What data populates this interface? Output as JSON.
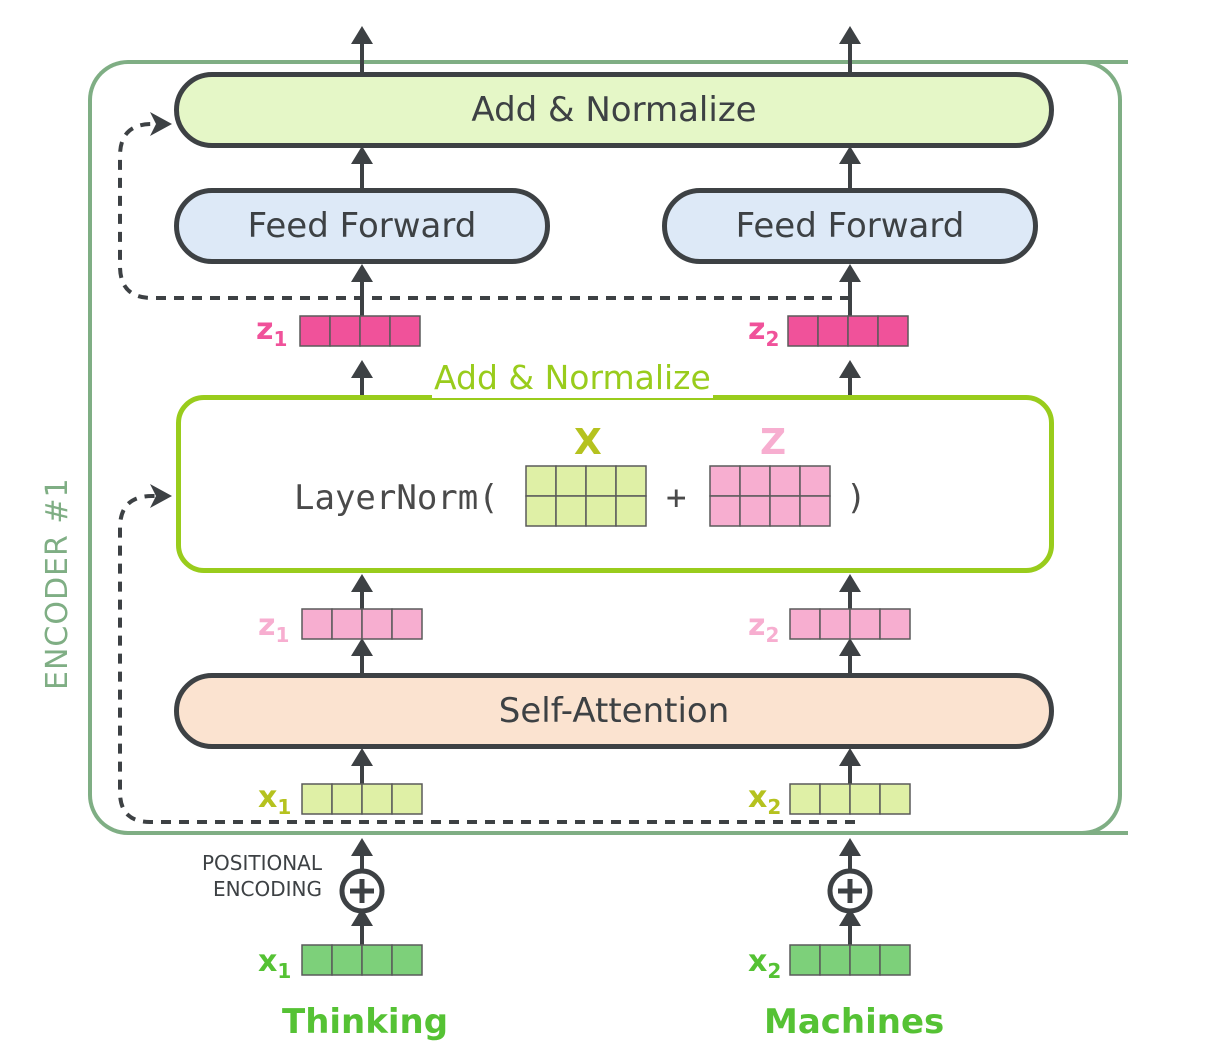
{
  "encoder_label": "ENCODER #1",
  "top_layer": {
    "add_normalize": "Add & Normalize",
    "feed_forward_1": "Feed Forward",
    "feed_forward_2": "Feed Forward"
  },
  "middle_layer": {
    "header": "Add & Normalize",
    "layernorm_prefix": "LayerNorm(",
    "plus": "+",
    "close_paren": ")",
    "matrix_x_label": "X",
    "matrix_z_label": "Z"
  },
  "self_attention": "Self-Attention",
  "vectors": {
    "z1_top": {
      "base": "z",
      "sub": "1"
    },
    "z2_top": {
      "base": "z",
      "sub": "2"
    },
    "z1_mid": {
      "base": "z",
      "sub": "1"
    },
    "z2_mid": {
      "base": "z",
      "sub": "2"
    },
    "x1_mid": {
      "base": "x",
      "sub": "1"
    },
    "x2_mid": {
      "base": "x",
      "sub": "2"
    },
    "x1_in": {
      "base": "x",
      "sub": "1"
    },
    "x2_in": {
      "base": "x",
      "sub": "2"
    }
  },
  "positional_encoding": {
    "line1": "POSITIONAL",
    "line2": "ENCODING"
  },
  "words": {
    "word1": "Thinking",
    "word2": "Machines"
  },
  "colors": {
    "frame": "#7fae84",
    "box_border": "#3d4144",
    "add_norm_fill": "#e5f7c7",
    "feed_forward_fill": "#dde9f7",
    "self_attention_fill": "#fbe3d0",
    "layernorm_border": "#99cc1c",
    "z_strong": "#f0529a",
    "z_light": "#f7aed0",
    "x_light": "#dff0a6",
    "x_input": "#7dd07a",
    "word": "#55c234"
  }
}
